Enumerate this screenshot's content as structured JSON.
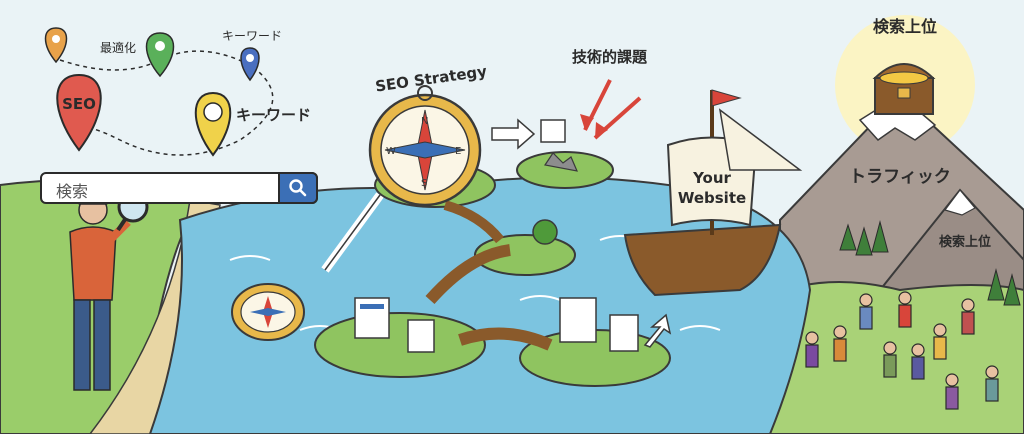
{
  "pins": {
    "seo": "SEO",
    "top_choice": "最適化",
    "keyword_small": "キーワード",
    "keyword_large": "キーワード"
  },
  "compass_label": "SEO Strategy",
  "technical_label": "技術的課題",
  "ship_sail": {
    "line1": "Your",
    "line2": "Website"
  },
  "mountain": {
    "summit_label": "検索上位",
    "traffic_label": "トラフィック",
    "small_peak_label": "検索上位"
  },
  "search": {
    "text": "検索"
  },
  "icons": [
    "map-pin-icon",
    "search-icon",
    "compass-icon",
    "magnifier-icon",
    "arrow-icon",
    "treasure-chest-icon",
    "flag-icon"
  ],
  "colors": {
    "water": "#7cc4e0",
    "grass": "#9acd6a",
    "seo_pin": "#e05a4f",
    "accent_blue": "#3b6fb6",
    "gold": "#e8b84a"
  }
}
